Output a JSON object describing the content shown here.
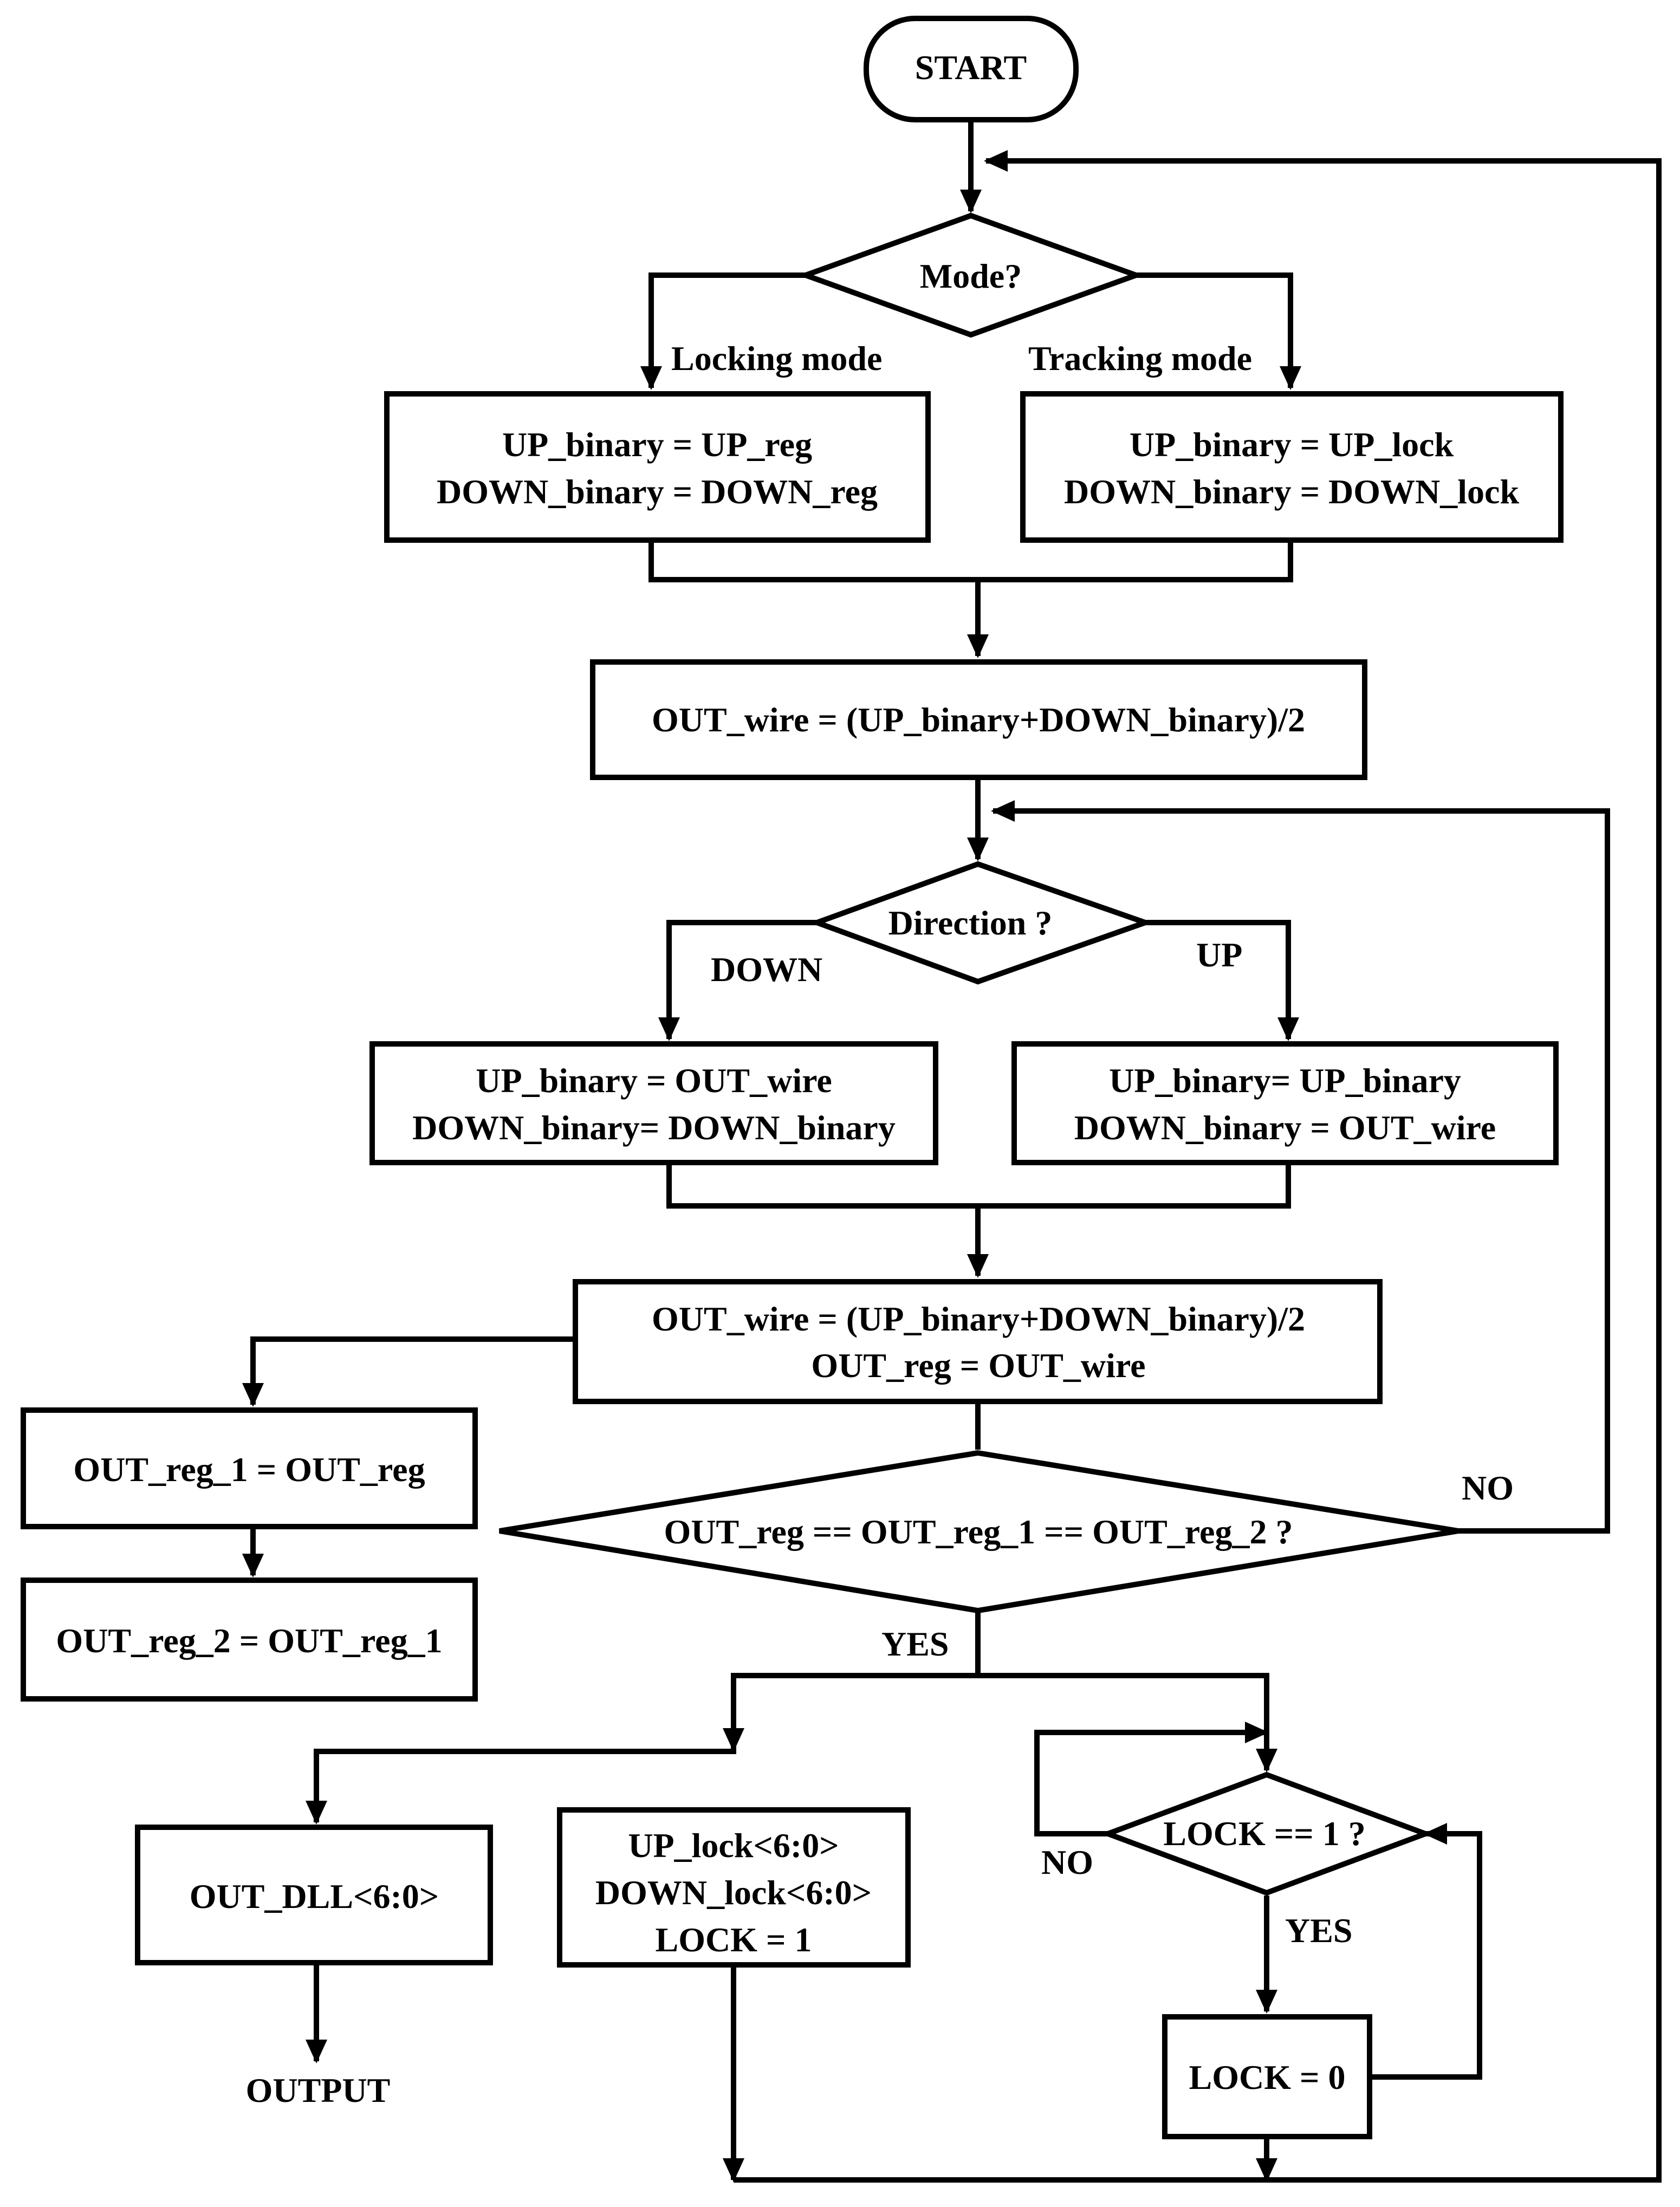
{
  "start": "START",
  "mode_decision": "Mode?",
  "locking_mode_label": "Locking mode",
  "tracking_mode_label": "Tracking mode",
  "locking_box": [
    "UP_binary = UP_reg",
    "DOWN_binary = DOWN_reg"
  ],
  "tracking_box": [
    "UP_binary = UP_lock",
    "DOWN_binary = DOWN_lock"
  ],
  "out_wire_box": "OUT_wire = (UP_binary+DOWN_binary)/2",
  "direction_decision": "Direction ?",
  "down_label": "DOWN",
  "up_label": "UP",
  "down_box": [
    "UP_binary = OUT_wire",
    "DOWN_binary= DOWN_binary"
  ],
  "up_box": [
    "UP_binary= UP_binary",
    "DOWN_binary = OUT_wire"
  ],
  "update_box": [
    "OUT_wire = (UP_binary+DOWN_binary)/2",
    "OUT_reg = OUT_wire"
  ],
  "reg1_box": "OUT_reg_1 = OUT_reg",
  "reg2_box": "OUT_reg_2 = OUT_reg_1",
  "compare_decision": "OUT_reg == OUT_reg_1 == OUT_reg_2 ?",
  "compare_no_label": "NO",
  "compare_yes_label": "YES",
  "out_dll_box": "OUT_DLL<6:0>",
  "output_label": "OUTPUT",
  "lock_box": [
    "UP_lock<6:0>",
    "DOWN_lock<6:0>",
    "LOCK = 1"
  ],
  "lock_decision": "LOCK == 1 ?",
  "lock_no_label": "NO",
  "lock_yes_label": "YES",
  "lock_reset_box": "LOCK = 0"
}
